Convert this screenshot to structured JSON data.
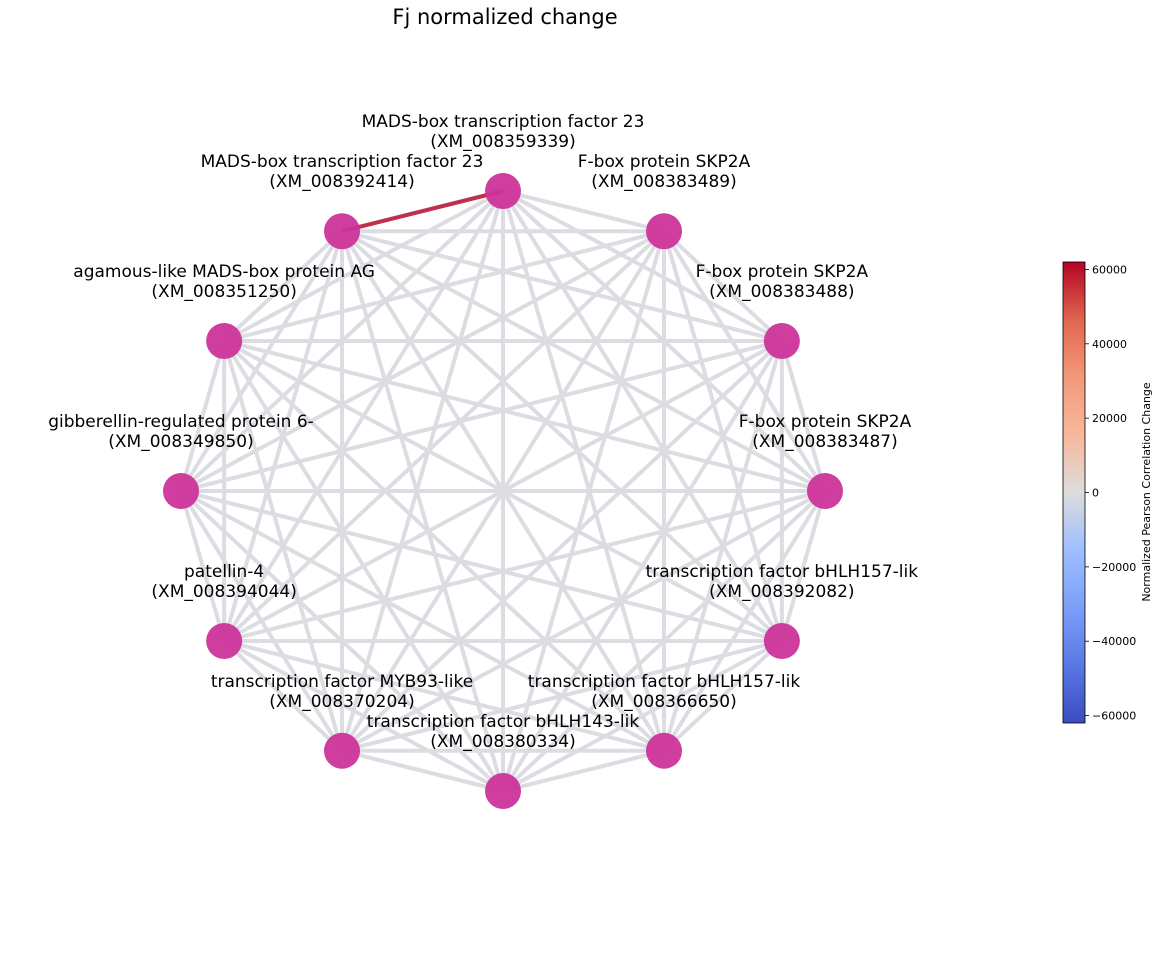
{
  "title": "Fj normalized change",
  "node_color": "#cc3399",
  "default_edge_color": "#dcdce3",
  "nodes": [
    {
      "id": "XM_008359339",
      "line1": "MADS-box transcription factor 23",
      "line2": "(XM_008359339)"
    },
    {
      "id": "XM_008383489",
      "line1": "F-box protein SKP2A",
      "line2": "(XM_008383489)"
    },
    {
      "id": "XM_008383488",
      "line1": "F-box protein SKP2A",
      "line2": "(XM_008383488)"
    },
    {
      "id": "XM_008383487",
      "line1": "F-box protein SKP2A",
      "line2": "(XM_008383487)"
    },
    {
      "id": "XM_008392082",
      "line1": "transcription factor bHLH157-lik",
      "line2": "(XM_008392082)"
    },
    {
      "id": "XM_008366650",
      "line1": "transcription factor bHLH157-lik",
      "line2": "(XM_008366650)"
    },
    {
      "id": "XM_008380334",
      "line1": "transcription factor bHLH143-lik",
      "line2": "(XM_008380334)"
    },
    {
      "id": "XM_008370204",
      "line1": "transcription factor MYB93-like",
      "line2": "(XM_008370204)"
    },
    {
      "id": "XM_008394044",
      "line1": "patellin-4",
      "line2": "(XM_008394044)"
    },
    {
      "id": "XM_008349850",
      "line1": "gibberellin-regulated protein 6-",
      "line2": "(XM_008349850)"
    },
    {
      "id": "XM_008351250",
      "line1": "agamous-like MADS-box protein AG",
      "line2": "(XM_008351250)"
    },
    {
      "id": "XM_008392414",
      "line1": "MADS-box transcription factor 23",
      "line2": "(XM_008392414)"
    }
  ],
  "highlighted_edges": [
    {
      "source": "XM_008359339",
      "target": "XM_008392414",
      "value": 60000,
      "color": "#c0304a"
    }
  ],
  "colorbar": {
    "label": "Normalized Pearson Correlation Change",
    "range": [
      -62000,
      62000
    ],
    "colormap": "coolwarm",
    "ticks": [
      {
        "value": 60000,
        "label": "60000"
      },
      {
        "value": 40000,
        "label": "40000"
      },
      {
        "value": 20000,
        "label": "20000"
      },
      {
        "value": 0,
        "label": "0"
      },
      {
        "value": -20000,
        "label": "−20000"
      },
      {
        "value": -40000,
        "label": "−40000"
      },
      {
        "value": -60000,
        "label": "−60000"
      }
    ]
  }
}
